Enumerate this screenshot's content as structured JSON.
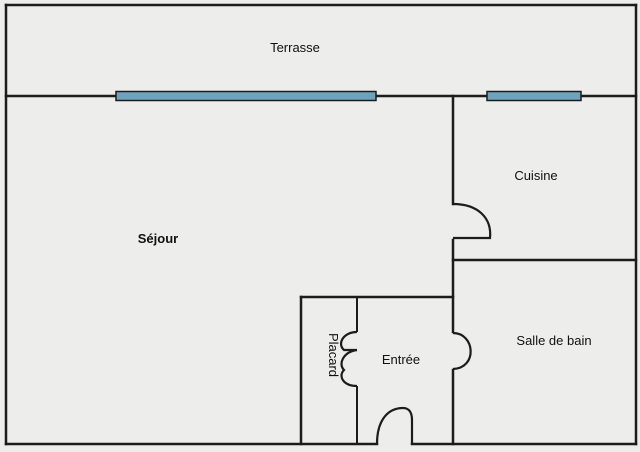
{
  "rooms": {
    "terrasse": "Terrasse",
    "sejour": "Séjour",
    "cuisine": "Cuisine",
    "salle_de_bain": "Salle de bain",
    "entree": "Entrée",
    "placard": "Placard"
  },
  "colors": {
    "background": "#ededeb",
    "wall": "#1c1c1c",
    "window_glass": "#6fa3bd"
  }
}
